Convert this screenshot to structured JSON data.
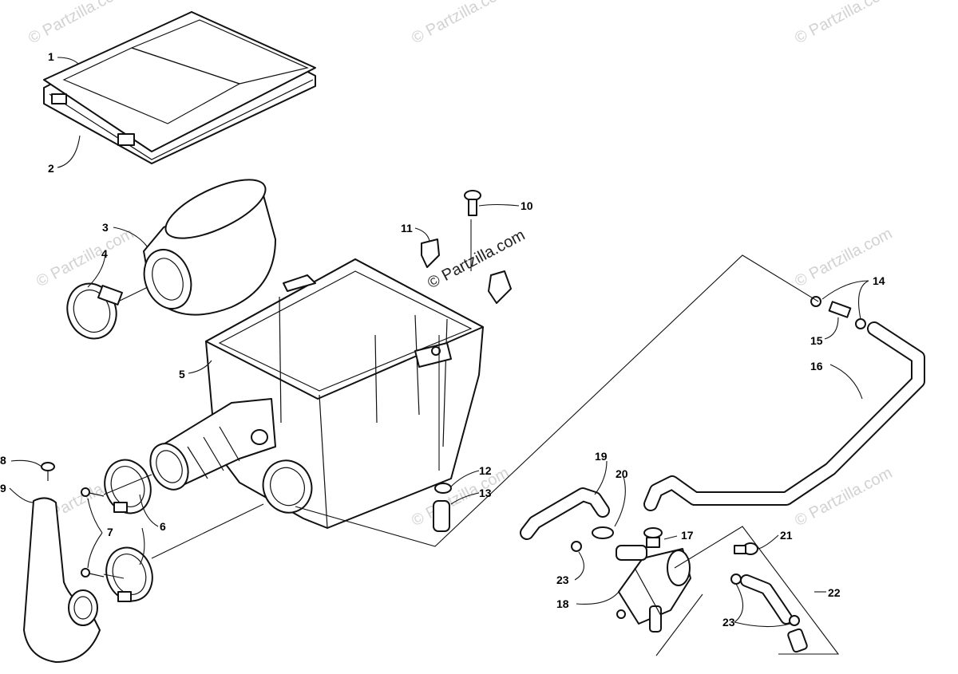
{
  "diagram": {
    "watermark_text": "© Partzilla.com",
    "callouts": [
      "1",
      "2",
      "3",
      "4",
      "5",
      "6",
      "7",
      "8",
      "9",
      "10",
      "11",
      "12",
      "13",
      "14",
      "15",
      "16",
      "17",
      "18",
      "19",
      "20",
      "21",
      "22",
      "23"
    ],
    "extra_callouts": {
      "c23b": "23"
    }
  }
}
